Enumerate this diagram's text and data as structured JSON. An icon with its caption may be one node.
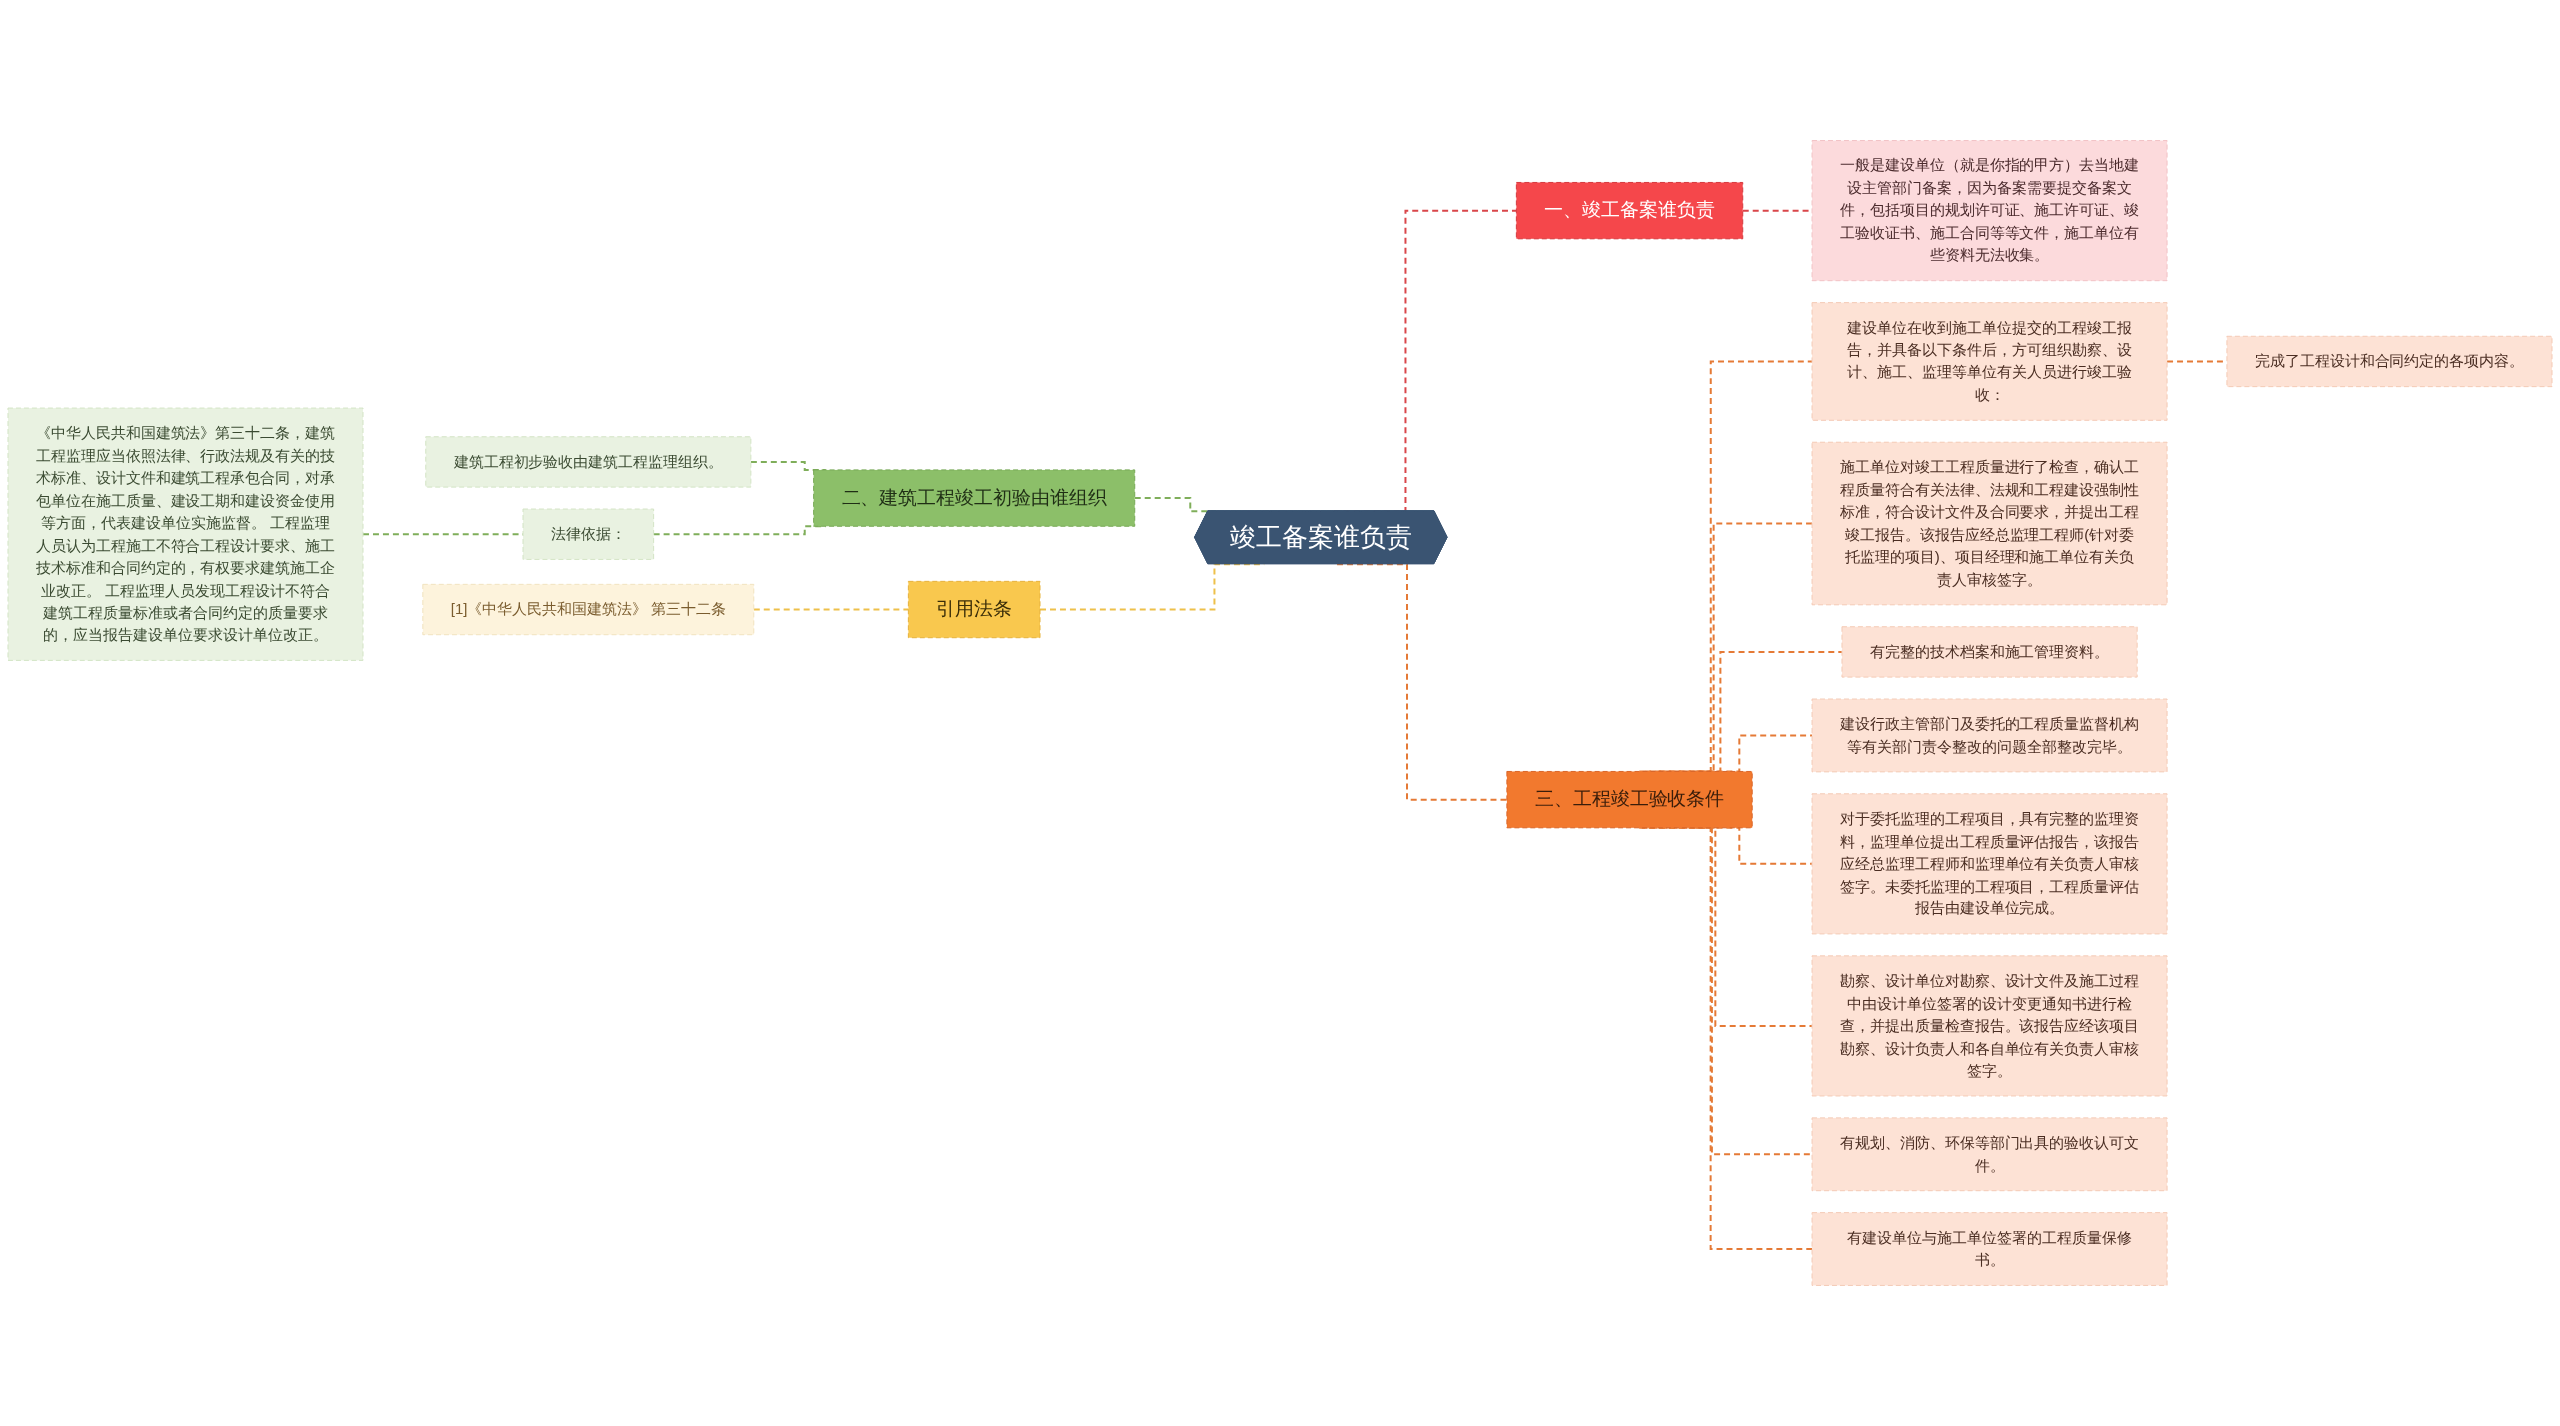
{
  "diagram": {
    "nodes": [
      {
        "text": [
          "竣工备案谁负责"
        ]
      },
      {
        "text": [
          "一、竣工备案谁负责"
        ]
      },
      {
        "text": [
          "一般是建设单位（就是你指的甲方）去当地建设主管部门备案，因为备案需要提交备案文件，包括项目的规划许可证、施工许可证、竣工验收证书、施工合同等等文件，施工单位有些资料无法收集。"
        ]
      },
      {
        "text": [
          "二、建筑工程竣工初验由谁组织"
        ]
      },
      {
        "text": [
          "建筑工程初步验收由建筑工程监理组织。"
        ]
      },
      {
        "text": [
          "法律依据："
        ]
      },
      {
        "text": [
          "《中华人民共和国建筑法》第三十二条，建筑工程监理应当依照法律、行政法规及有关的技术标准、设计文件和建筑工程承包合同，对承包单位在施工质量、建设工期和建设资金使用等方面，代表建设单位实施监督。 工程监理人员认为工程施工不符合工程设计要求、施工技术标准和合同约定的，有权要求建筑施工企业改正。 工程监理人员发现工程设计不符合建筑工程质量标准或者合同约定的质量要求的，应当报告建设单位要求设计单位改正。"
        ]
      },
      {
        "text": [
          "三、工程竣工验收条件"
        ]
      },
      {
        "text": [
          "建设单位在收到施工单位提交的工程竣工报告，并具备以下条件后，方可组织勘察、设计、施工、监理等单位有关人员进行竣工验收："
        ]
      },
      {
        "text": [
          "完成了工程设计和合同约定的各项内容。"
        ]
      },
      {
        "text": [
          "施工单位对竣工工程质量进行了检查，确认工程质量符合有关法律、法规和工程建设强制性标准，符合设计文件及合同要求，并提出工程竣工报告。该报告应经总监理工程师(针对委托监理的项目)、项目经理和施工单位有关负责人审核签字。"
        ]
      },
      {
        "text": [
          "有完整的技术档案和施工管理资料。"
        ]
      },
      {
        "text": [
          "建设行政主管部门及委托的工程质量监督机构等有关部门责令整改的问题全部整改完毕。"
        ]
      },
      {
        "text": [
          "对于委托监理的工程项目，具有完整的监理资料，监理单位提出工程质量评估报告，该报告应经总监理工程师和监理单位有关负责人审核签字。未委托监理的工程项目，工程质量评估报告由建设单位完成。"
        ]
      },
      {
        "text": [
          "勘察、设计单位对勘察、设计文件及施工过程中由设计单位签署的设计变更通知书进行检查，并提出质量检查报告。该报告应经该项目勘察、设计负责人和各自单位有关负责人审核签字。"
        ]
      },
      {
        "text": [
          "有规划、消防、环保等部门出具的验收认可文件。"
        ]
      },
      {
        "text": [
          "有建设单位与施工单位签署的工程质量保修书。"
        ]
      },
      {
        "text": [
          "引用法条"
        ]
      },
      {
        "text": [
          "[1]《中华人民共和国建筑法》 第三十二条"
        ]
      }
    ],
    "edges": [
      {
        "from": 0,
        "to": 1,
        "arrow": "none",
        "style": "dashed",
        "color": "#d9464a"
      },
      {
        "from": 1,
        "to": 2,
        "arrow": "none",
        "style": "dashed",
        "color": "#d9464a"
      },
      {
        "from": 3,
        "to": 0,
        "arrow": "none",
        "style": "dashed",
        "color": "#7fae5a"
      },
      {
        "from": 4,
        "to": 3,
        "arrow": "none",
        "style": "dashed",
        "color": "#7fae5a"
      },
      {
        "from": 5,
        "to": 3,
        "arrow": "none",
        "style": "dashed",
        "color": "#7fae5a"
      },
      {
        "from": 6,
        "to": 5,
        "arrow": "none",
        "style": "dashed",
        "color": "#7fae5a"
      },
      {
        "from": 0,
        "to": 7,
        "arrow": "none",
        "style": "dashed"
      },
      {
        "from": 7,
        "to": 8,
        "arrow": "none",
        "style": "dashed"
      },
      {
        "from": 8,
        "to": 9,
        "arrow": "none",
        "style": "dashed"
      },
      {
        "from": 7,
        "to": 10,
        "arrow": "none",
        "style": "dashed"
      },
      {
        "from": 7,
        "to": 11,
        "arrow": "none",
        "style": "dashed"
      },
      {
        "from": 7,
        "to": 12,
        "arrow": "none",
        "style": "dashed"
      },
      {
        "from": 7,
        "to": 13,
        "arrow": "none",
        "style": "dashed"
      },
      {
        "from": 7,
        "to": 14,
        "arrow": "none",
        "style": "dashed"
      },
      {
        "from": 7,
        "to": 15,
        "arrow": "none",
        "style": "dashed"
      },
      {
        "from": 7,
        "to": 16,
        "arrow": "none",
        "style": "dashed"
      },
      {
        "from": 17,
        "to": 0,
        "arrow": "none",
        "style": "dashed",
        "color": "#eec04a"
      },
      {
        "from": 18,
        "to": 17,
        "arrow": "none",
        "style": "dashed",
        "color": "#eec04a"
      }
    ]
  }
}
